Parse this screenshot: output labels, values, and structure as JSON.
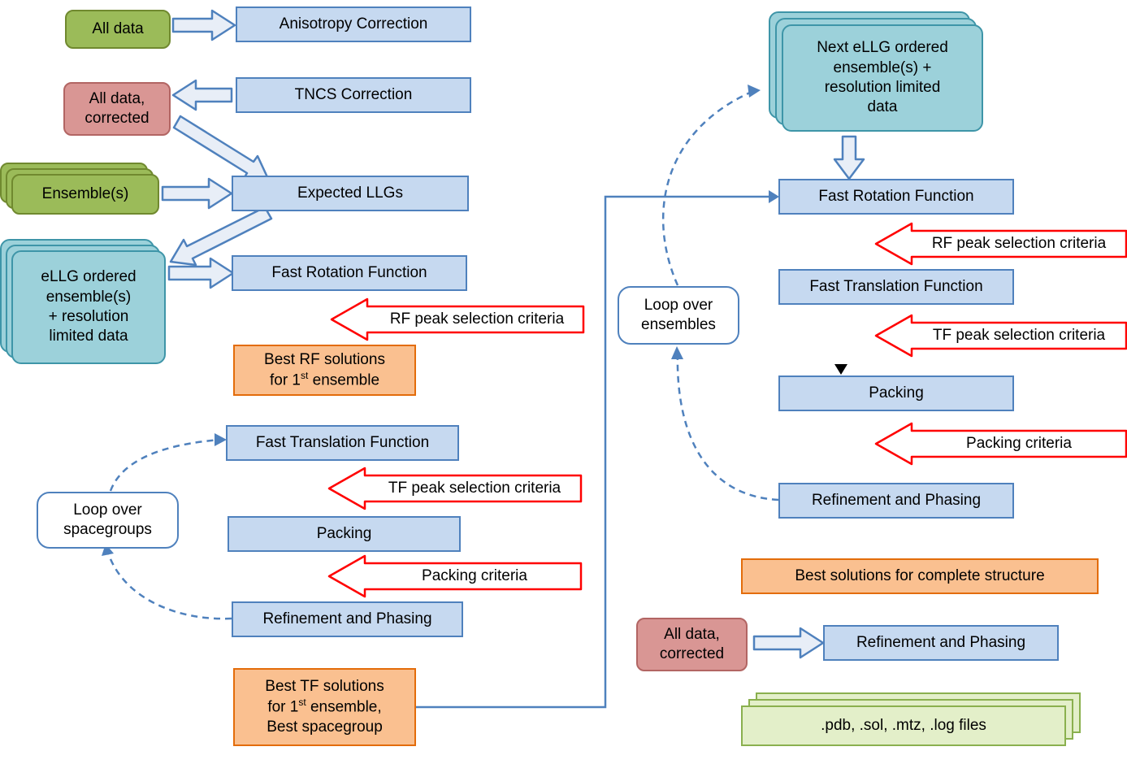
{
  "left": {
    "all_data": "All data",
    "anisotropy_correction": "Anisotropy Correction",
    "tncs_correction": "TNCS Correction",
    "all_data_corrected": "All data,\ncorrected",
    "ensembles": "Ensemble(s)",
    "expected_llgs": "Expected LLGs",
    "ellg_ordered": "eLLG ordered\nensemble(s)\n+ resolution\nlimited data",
    "fast_rotation": "Fast Rotation Function",
    "best_rf": {
      "line1": "Best RF solutions",
      "line2_pre": "for 1",
      "sup": "st",
      "line2_post": " ensemble"
    },
    "fast_translation": "Fast Translation Function",
    "packing": "Packing",
    "refinement": "Refinement and Phasing",
    "loop_spacegroups": "Loop over\nspacegroups",
    "best_tf": {
      "line1": "Best TF solutions",
      "line2_pre": "for 1",
      "sup": "st",
      "line2_post": " ensemble,",
      "line3": "Best spacegroup"
    }
  },
  "right": {
    "next_ellg": "Next eLLG ordered\nensemble(s) +\nresolution limited\ndata",
    "fast_rotation": "Fast Rotation Function",
    "fast_translation": "Fast Translation Function",
    "packing": "Packing",
    "refinement": "Refinement and Phasing",
    "loop_ensembles": "Loop over\nensembles",
    "best_solutions": "Best solutions for complete structure",
    "all_data_corrected": "All data,\ncorrected",
    "refinement_final": "Refinement and Phasing",
    "output_files": ".pdb, .sol, .mtz, .log files"
  },
  "criteria": {
    "rf": "RF peak selection criteria",
    "tf": "TF peak selection criteria",
    "packing": "Packing criteria"
  },
  "colors": {
    "process_fill": "#c6d9f0",
    "process_border": "#4f81bd",
    "data_fill": "#9bbb59",
    "corrected_fill": "#d99694",
    "ensemble_fill": "#9cd1da",
    "result_fill": "#fac090",
    "result_border": "#e36c0a",
    "criteria_border": "#ff0000",
    "output_fill": "#e3efc9",
    "connector": "#4f81bd"
  }
}
